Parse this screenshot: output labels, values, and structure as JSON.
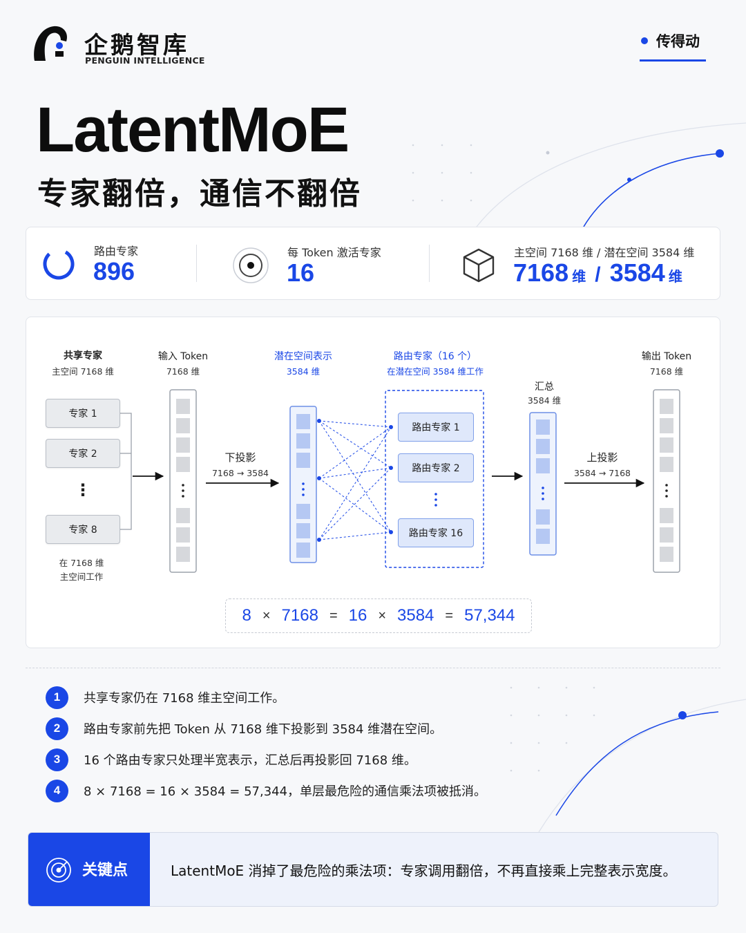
{
  "brand": {
    "name_cn": "企鹅智库",
    "name_en": "PENGUIN INTELLIGENCE"
  },
  "badge": {
    "label": "传得动"
  },
  "title": "LatentMoE",
  "subtitle": "专家翻倍，通信不翻倍",
  "stats": [
    {
      "label": "路由专家",
      "value": "896",
      "icon": "ring-icon"
    },
    {
      "label": "每 Token 激活专家",
      "value": "16",
      "icon": "target-icon"
    },
    {
      "label": "主空间 7168 维 / 潜在空间 3584 维",
      "value_a": "7168",
      "unit_a": "维",
      "sep": "/",
      "value_b": "3584",
      "unit_b": "维",
      "icon": "cube-icon"
    }
  ],
  "diagram": {
    "shared": {
      "title": "共享专家",
      "sub": "主空间 7168 维",
      "experts": [
        "专家 1",
        "专家 2",
        "专家 8"
      ],
      "ellipsis": "⋮",
      "note_line1": "在 7168 维",
      "note_line2": "主空间工作"
    },
    "input": {
      "title": "输入 Token",
      "sub": "7168 维"
    },
    "down": {
      "title": "下投影",
      "sub": "7168 → 3584"
    },
    "latent": {
      "title": "潜在空间表示",
      "sub": "3584 维"
    },
    "routers": {
      "title": "路由专家（16 个）",
      "sub": "在潜在空间 3584 维工作",
      "items": [
        "路由专家 1",
        "路由专家 2",
        "路由专家 16"
      ],
      "ellipsis": "⋮"
    },
    "sum": {
      "title": "汇总",
      "sub": "3584 维"
    },
    "up": {
      "title": "上投影",
      "sub": "3584 → 7168"
    },
    "output": {
      "title": "输出 Token",
      "sub": "7168 维"
    },
    "formula": {
      "a": "8",
      "x1": "×",
      "b": "7168",
      "eq1": "=",
      "c": "16",
      "x2": "×",
      "d": "3584",
      "eq2": "=",
      "e": "57,344"
    }
  },
  "points": [
    {
      "num": "1",
      "text": "共享专家仍在 7168 维主空间工作。"
    },
    {
      "num": "2",
      "text": "路由专家前先把 Token 从 7168 维下投影到 3584 维潜在空间。"
    },
    {
      "num": "3",
      "text": "16 个路由专家只处理半宽表示，汇总后再投影回 7168 维。"
    },
    {
      "num": "4",
      "text": "8 × 7168 = 16 × 3584 = 57,344，单层最危险的通信乘法项被抵消。"
    }
  ],
  "key": {
    "title": "关键点",
    "text": "LatentMoE 消掉了最危险的乘法项：专家调用翻倍，不再直接乘上完整表示宽度。"
  },
  "colors": {
    "accent": "#1a47e6",
    "background": "#f7f8fa",
    "router_fill": "#dfe8fb",
    "gray_cell": "#d6d8dc",
    "blue_cell": "#b5c8f3"
  }
}
